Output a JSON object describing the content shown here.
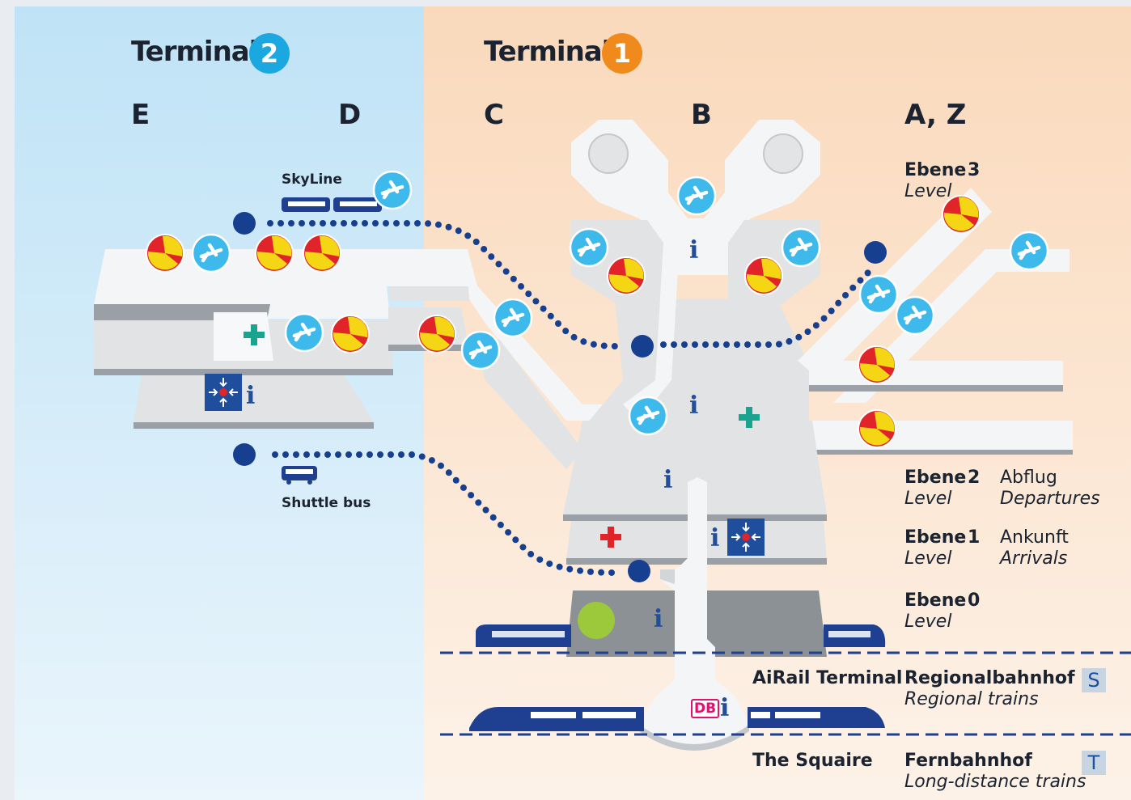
{
  "terminals": [
    {
      "label": "Terminal",
      "number": "2",
      "badge_color": "#1ba8e0"
    },
    {
      "label": "Terminal",
      "number": "1",
      "badge_color": "#f08a1c"
    }
  ],
  "piers": {
    "e": "E",
    "d": "D",
    "c": "C",
    "b": "B",
    "az": "A, Z"
  },
  "transit": {
    "skyline": "SkyLine",
    "shuttle": "Shuttle bus"
  },
  "levels": {
    "ebene3": {
      "ebene": "Ebene",
      "num": "3",
      "level": "Level"
    },
    "ebene2": {
      "ebene": "Ebene",
      "num": "2",
      "level": "Level",
      "de": "Abflug",
      "en": "Departures"
    },
    "ebene1": {
      "ebene": "Ebene",
      "num": "1",
      "level": "Level",
      "de": "Ankunft",
      "en": "Arrivals"
    },
    "ebene0": {
      "ebene": "Ebene",
      "num": "0",
      "level": "Level"
    }
  },
  "stations": {
    "airail": "AiRail Terminal",
    "squaire": "The Squaire",
    "regional_de": "Regionalbahnhof",
    "regional_en": "Regional trains",
    "regional_badge": "S",
    "fern_de": "Fernbahnhof",
    "fern_en": "Long-distance trains",
    "fern_badge": "T"
  },
  "map_labels": {
    "info": "i",
    "db": "DB"
  },
  "colors": {
    "t2_background": "#cde9f7",
    "t1_background": "#fbe2c9",
    "route_dots": "#173f8f",
    "plane_marker": "#3db9ec",
    "meeting_point": "#f5d614",
    "meeting_point_ring": "#e0242a",
    "first_aid_green": "#1aa38f",
    "medical_red": "#e0242a",
    "train": "#1f3f91"
  },
  "icons": [
    "departure-plane-icon",
    "meeting-point-icon",
    "info-icon",
    "first-aid-icon",
    "medical-cross-icon",
    "service-point-icon",
    "bus-icon",
    "skyline-train-icon",
    "train-icon",
    "db-logo"
  ]
}
